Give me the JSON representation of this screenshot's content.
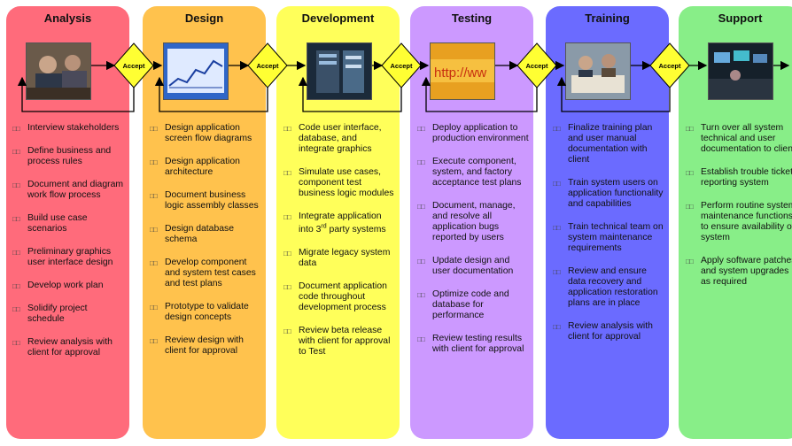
{
  "phases": [
    {
      "id": "analysis",
      "title": "Analysis",
      "color": "#ff6b7b",
      "photo": "meeting-photo",
      "tasks": [
        "Interview stakeholders",
        "Define business and process rules",
        "Document and diagram work flow process",
        "Build use case scenarios",
        "Preliminary graphics user interface design",
        "Develop work plan",
        "Solidify project schedule",
        "Review analysis with client for approval"
      ]
    },
    {
      "id": "design",
      "title": "Design",
      "color": "#ffc24d",
      "photo": "chart-photo",
      "tasks": [
        "Design application screen flow diagrams",
        "Design application architecture",
        "Document business logic assembly classes",
        "Design database schema",
        "Develop component and system test cases and test plans",
        "Prototype to validate design concepts",
        "Review design with client for approval"
      ]
    },
    {
      "id": "development",
      "title": "Development",
      "color": "#ffff5a",
      "photo": "server-photo",
      "tasks": [
        "Code user interface, database, and integrate graphics",
        "Simulate use cases, component test business logic modules",
        "Integrate application into 3rd party systems",
        "Migrate legacy system data",
        "Document application code throughout development process",
        "Review beta release with client for approval to Test"
      ]
    },
    {
      "id": "testing",
      "title": "Testing",
      "color": "#cc99ff",
      "photo": "http-photo",
      "tasks": [
        "Deploy application to production environment",
        "Execute component, system, and factory acceptance test plans",
        "Document, manage, and resolve all application bugs reported by users",
        "Update design and user documentation",
        "Optimize code and database for performance",
        "Review testing results with client for approval"
      ]
    },
    {
      "id": "training",
      "title": "Training",
      "color": "#6b6bff",
      "photo": "training-photo",
      "tasks": [
        "Finalize training plan and user manual documentation with client",
        "Train system users on application functionality and capabilities",
        "Train technical team on system maintenance requirements",
        "Review and ensure data recovery and application restoration plans are in place",
        "Review analysis with client for approval"
      ]
    },
    {
      "id": "support",
      "title": "Support",
      "color": "#88ee88",
      "photo": "control-room-photo",
      "tasks": [
        "Turn over all system technical and user documentation to client",
        "Establish trouble ticket reporting system",
        "Perform routine system maintenance functions to ensure availability of system",
        "Apply software patches and system upgrades as required"
      ]
    }
  ],
  "gates": [
    "Accept",
    "Accept",
    "Accept",
    "Accept",
    "Accept"
  ],
  "bullet": "□□"
}
